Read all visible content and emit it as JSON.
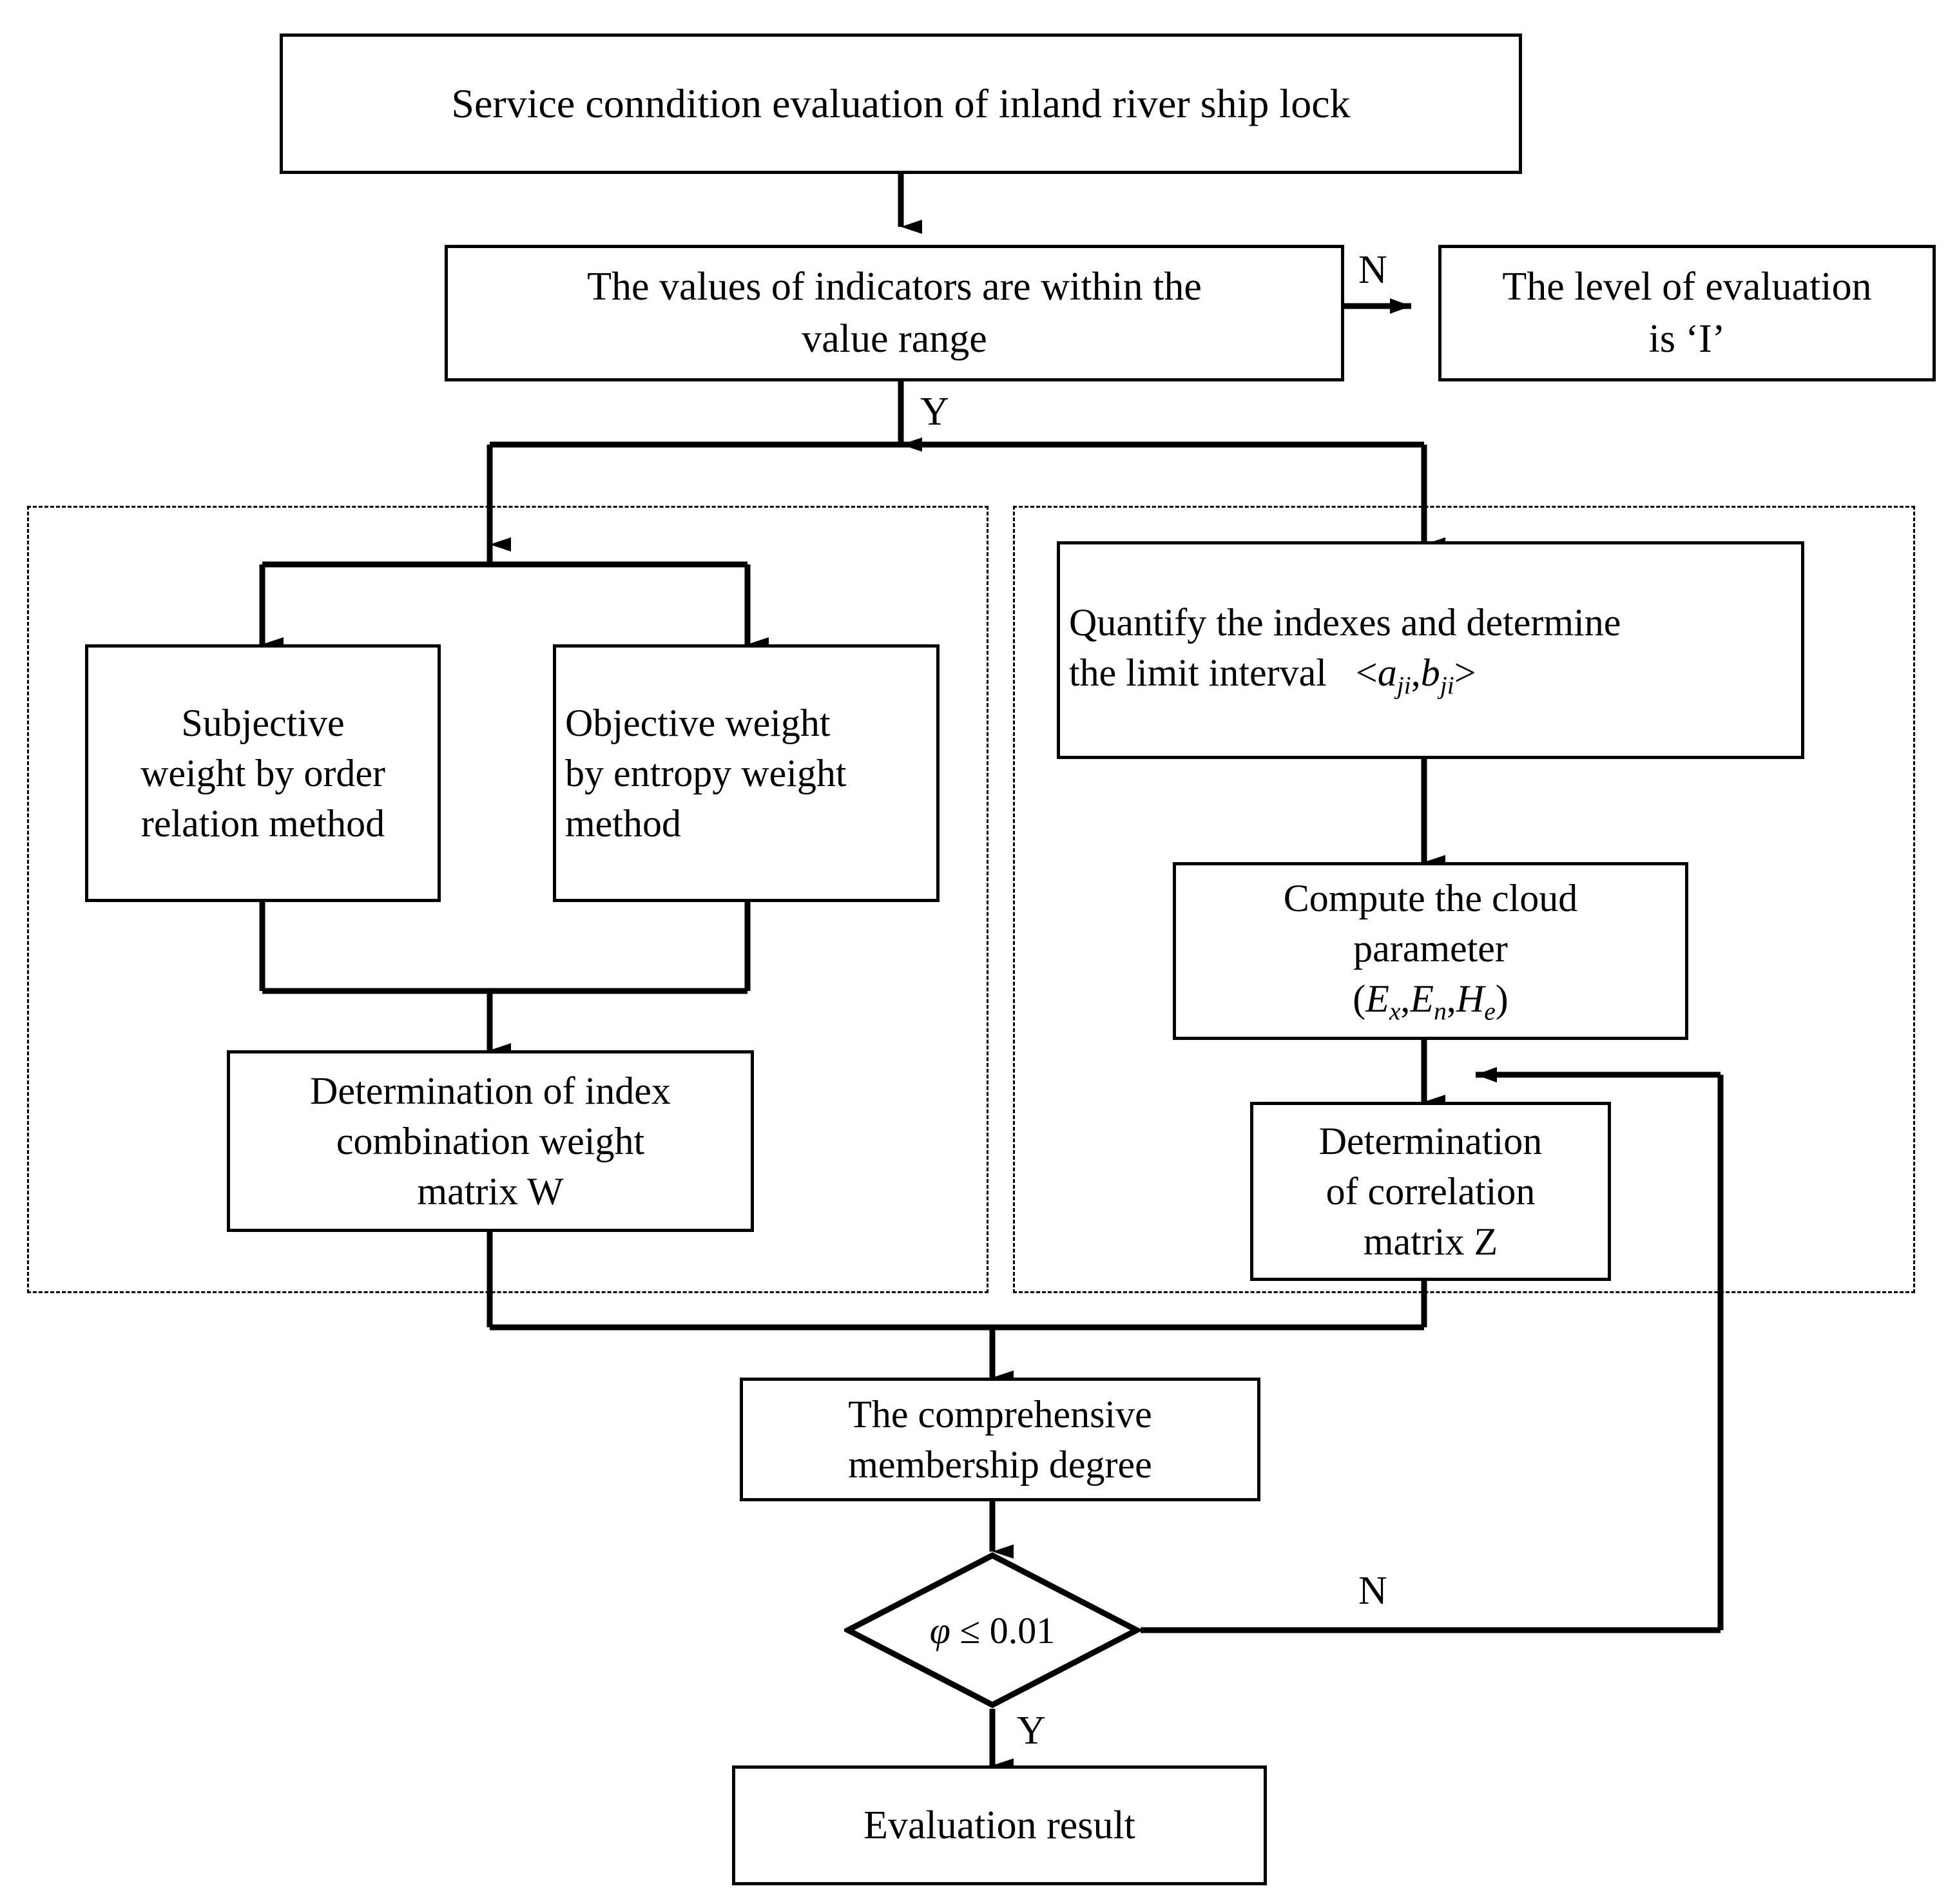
{
  "diagram": {
    "title_text": "Service conndition evaluation of inland river ship lock",
    "type": "flowchart",
    "orientation": "top-to-bottom"
  },
  "nodes": {
    "start": {
      "label": "Service conndition evaluation of inland river ship lock",
      "shape": "rectangle"
    },
    "condition_range": {
      "line1": "The values  of indicators are within the",
      "line2": "value range",
      "shape": "rectangle"
    },
    "level_one": {
      "line1": "The level of evaluation",
      "line2": "is  ‘І’",
      "shape": "rectangle"
    },
    "subjective_weight": {
      "line1": "Subjective",
      "line2": "weight by order",
      "line3": "relation method",
      "shape": "rectangle"
    },
    "objective_weight": {
      "line1": "Objective    weight",
      "line2": "by entropy weight",
      "line3": "method",
      "shape": "rectangle"
    },
    "combination_weight": {
      "line1": "Determination of index",
      "line2": "combination weight",
      "line3": "matrix W",
      "shape": "rectangle"
    },
    "quantify_indexes": {
      "line1": "Quantify the indexes and determine",
      "line2_prefix": "the limit interval",
      "line2_math_open": "<",
      "line2_math_a": "a",
      "line2_math_a_sub": "ji",
      "line2_math_comma": ",",
      "line2_math_b": "b",
      "line2_math_b_sub": "ji",
      "line2_math_close": ">",
      "shape": "rectangle"
    },
    "cloud_parameter": {
      "line1": "Compute the cloud",
      "line2": "parameter",
      "line3_open": "(",
      "line3_e1": "E",
      "line3_e1_sub": "x",
      "line3_c1": ",",
      "line3_e2": "E",
      "line3_e2_sub": "n",
      "line3_c2": ",",
      "line3_h": "H",
      "line3_h_sub": "e",
      "line3_close": ")",
      "shape": "rectangle"
    },
    "correlation_matrix": {
      "line1": "Determination",
      "line2": "of correlation",
      "line3": "matrix Z",
      "shape": "rectangle"
    },
    "membership_degree": {
      "line1": "The comprehensive",
      "line2": "membership degree",
      "shape": "rectangle"
    },
    "decision_phi": {
      "symbol": "φ",
      "operator": "≤",
      "value": "0.01",
      "shape": "diamond"
    },
    "evaluation_result": {
      "label": "Evaluation result",
      "shape": "rectangle"
    }
  },
  "edge_labels": {
    "range_no": "N",
    "range_yes": "Y",
    "phi_no": "N",
    "phi_yes": "Y"
  },
  "groups": {
    "weight_group": "",
    "cloud_group": ""
  },
  "colors": {
    "stroke": "#000000",
    "fill": "#ffffff",
    "dashed_stroke": "#000000"
  }
}
